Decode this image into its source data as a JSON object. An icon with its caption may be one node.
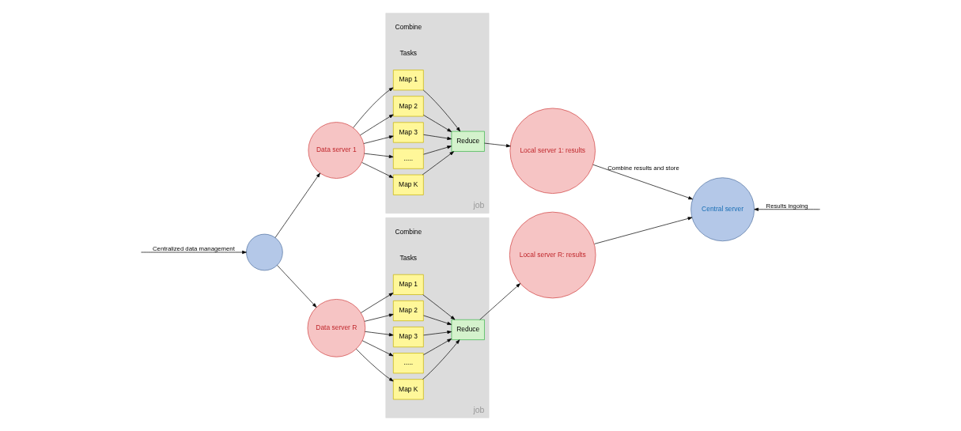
{
  "diagram": {
    "nodes": [
      {
        "text": [],
        "shape": "circle"
      },
      {
        "text": [
          "Data server 1"
        ]
      },
      {
        "text": [
          "Data server R"
        ]
      },
      {
        "text": [
          "job"
        ]
      },
      {
        "text": [
          "Map 1"
        ],
        "in": 3
      },
      {
        "text": [
          "Map 2"
        ],
        "in": 3
      },
      {
        "text": [
          "Map 3"
        ],
        "in": 3
      },
      {
        "text": [
          "....."
        ],
        "in": 3
      },
      {
        "text": [
          "Map K"
        ],
        "in": 3
      },
      {
        "text": [
          "Reduce"
        ],
        "in": 3
      },
      {
        "text": [
          "Local server 1: results"
        ]
      },
      {
        "text": [
          "job"
        ]
      },
      {
        "text": [
          "Map 1"
        ],
        "in": 11
      },
      {
        "text": [
          "Map 2"
        ],
        "in": 11
      },
      {
        "text": [
          "Map 3"
        ],
        "in": 11
      },
      {
        "text": [
          "....."
        ],
        "in": 11
      },
      {
        "text": [
          "Map K"
        ],
        "in": 11
      },
      {
        "text": [
          "Reduce"
        ],
        "in": 11
      },
      {
        "text": [
          "Local server R: results"
        ]
      },
      {
        "text": [
          "Central server"
        ]
      }
    ],
    "edges": [
      {
        "from": null,
        "to": 0,
        "arrow": "to",
        "label": "Centralized data management"
      },
      {
        "from": 0,
        "to": 1,
        "arrow": "to"
      },
      {
        "from": 0,
        "to": 2,
        "arrow": "to"
      },
      {
        "from": 1,
        "to": 4,
        "arrow": "to"
      },
      {
        "from": 1,
        "to": 5,
        "arrow": "to"
      },
      {
        "from": 1,
        "to": 6,
        "arrow": "to"
      },
      {
        "from": 1,
        "to": 7,
        "arrow": "to"
      },
      {
        "from": 1,
        "to": 8,
        "arrow": "to"
      },
      {
        "from": 4,
        "to": 9,
        "arrow": "to"
      },
      {
        "from": 5,
        "to": 9,
        "arrow": "to"
      },
      {
        "from": 6,
        "to": 9,
        "arrow": "to"
      },
      {
        "from": 7,
        "to": 9,
        "arrow": "to"
      },
      {
        "from": 8,
        "to": 9,
        "arrow": "to"
      },
      {
        "from": 9,
        "to": 10,
        "arrow": "to"
      },
      {
        "from": 2,
        "to": 12,
        "arrow": "to"
      },
      {
        "from": 2,
        "to": 13,
        "arrow": "to"
      },
      {
        "from": 2,
        "to": 14,
        "arrow": "to"
      },
      {
        "from": 2,
        "to": 15,
        "arrow": "to"
      },
      {
        "from": 2,
        "to": 16,
        "arrow": "to"
      },
      {
        "from": 12,
        "to": 17,
        "arrow": "to"
      },
      {
        "from": 13,
        "to": 17,
        "arrow": "to"
      },
      {
        "from": 14,
        "to": 17,
        "arrow": "to"
      },
      {
        "from": 15,
        "to": 17,
        "arrow": "to"
      },
      {
        "from": 16,
        "to": 17,
        "arrow": "to"
      },
      {
        "from": 17,
        "to": 18,
        "arrow": "to"
      },
      {
        "from": 10,
        "to": 19,
        "arrow": "to",
        "label": "Combine results and store"
      },
      {
        "from": 18,
        "to": 19,
        "arrow": "to"
      },
      {
        "from": null,
        "to": 19,
        "arrow": "to",
        "label": "Results ingoing"
      }
    ],
    "labels": [
      "Combine",
      "Tasks",
      "Combine",
      "Tasks"
    ]
  }
}
